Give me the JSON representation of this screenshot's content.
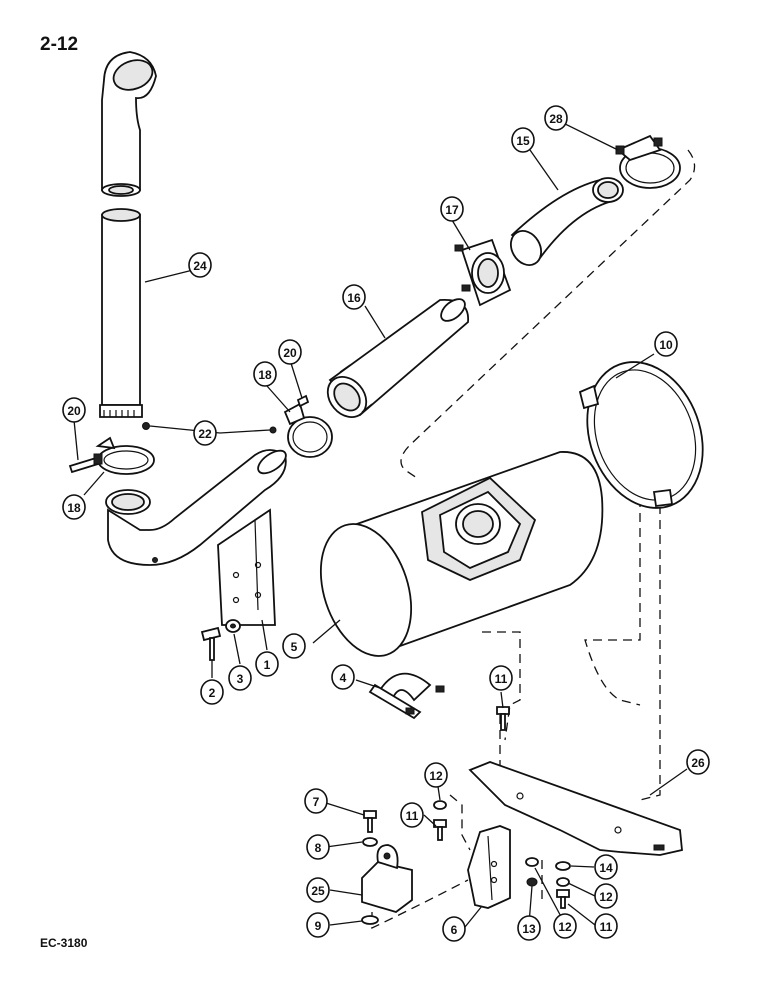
{
  "page_number": "2-12",
  "drawing_code": "EC-3180",
  "callouts": [
    {
      "id": "c1",
      "label": "1"
    },
    {
      "id": "c2",
      "label": "2"
    },
    {
      "id": "c3",
      "label": "3"
    },
    {
      "id": "c4",
      "label": "4"
    },
    {
      "id": "c5",
      "label": "5"
    },
    {
      "id": "c6",
      "label": "6"
    },
    {
      "id": "c7",
      "label": "7"
    },
    {
      "id": "c8",
      "label": "8"
    },
    {
      "id": "c9",
      "label": "9"
    },
    {
      "id": "c10",
      "label": "10"
    },
    {
      "id": "c11a",
      "label": "11"
    },
    {
      "id": "c11b",
      "label": "11"
    },
    {
      "id": "c11c",
      "label": "11"
    },
    {
      "id": "c12a",
      "label": "12"
    },
    {
      "id": "c12b",
      "label": "12"
    },
    {
      "id": "c12c",
      "label": "12"
    },
    {
      "id": "c13",
      "label": "13"
    },
    {
      "id": "c14",
      "label": "14"
    },
    {
      "id": "c15",
      "label": "15"
    },
    {
      "id": "c16",
      "label": "16"
    },
    {
      "id": "c17",
      "label": "17"
    },
    {
      "id": "c18a",
      "label": "18"
    },
    {
      "id": "c18b",
      "label": "18"
    },
    {
      "id": "c20a",
      "label": "20"
    },
    {
      "id": "c20b",
      "label": "20"
    },
    {
      "id": "c22",
      "label": "22"
    },
    {
      "id": "c24",
      "label": "24"
    },
    {
      "id": "c25",
      "label": "25"
    },
    {
      "id": "c26",
      "label": "26"
    },
    {
      "id": "c28",
      "label": "28"
    }
  ]
}
